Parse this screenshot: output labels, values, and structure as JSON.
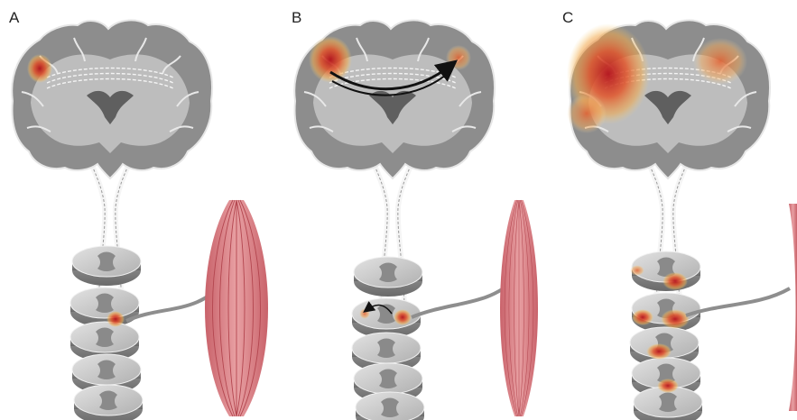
{
  "panels": [
    {
      "label": "A"
    },
    {
      "label": "B"
    },
    {
      "label": "C"
    }
  ],
  "colors": {
    "brain_gray": "#8c8c8c",
    "brain_white_matter": "#b9b9b9",
    "ventricle": "#5f5f5f",
    "spinal_disc_top": "#c6c6c6",
    "spinal_disc_side": "#8a8a8a",
    "activation_hot": "#c0282d",
    "activation_warm": "#e8732c",
    "activation_mild": "#f2b14a",
    "muscle": "#d9868a",
    "muscle_stripe": "#b6454d",
    "nerve": "#8e8e8e",
    "arrow": "#111111"
  }
}
